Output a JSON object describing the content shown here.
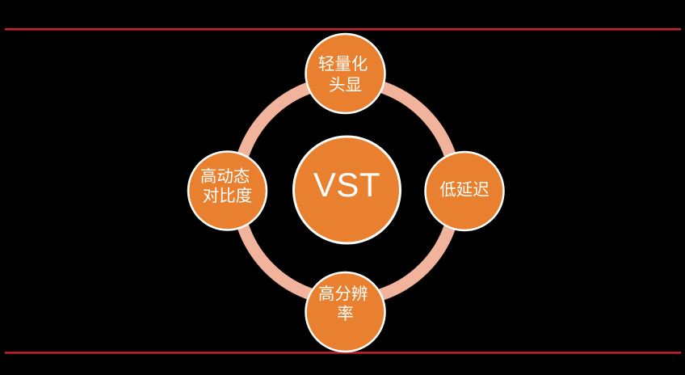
{
  "colors": {
    "background": "#000000",
    "accent_rule": "#C8232E",
    "node_fill": "#E8802F",
    "node_border": "#FFFFFF",
    "orbit_ring": "#F1B39C",
    "label_text": "#FFFFFF"
  },
  "diagram": {
    "center": {
      "label": "VST"
    },
    "nodes": [
      {
        "position": "top",
        "label": "轻量化头显",
        "line1": "轻量化",
        "line2": "头显"
      },
      {
        "position": "right",
        "label": "低延迟",
        "line1": "低延迟"
      },
      {
        "position": "bottom",
        "label": "高分辨率",
        "line1": "高分辨",
        "line2": "率"
      },
      {
        "position": "left",
        "label": "高动态对比度",
        "line1": "高动态",
        "line2": "对比度"
      }
    ]
  }
}
